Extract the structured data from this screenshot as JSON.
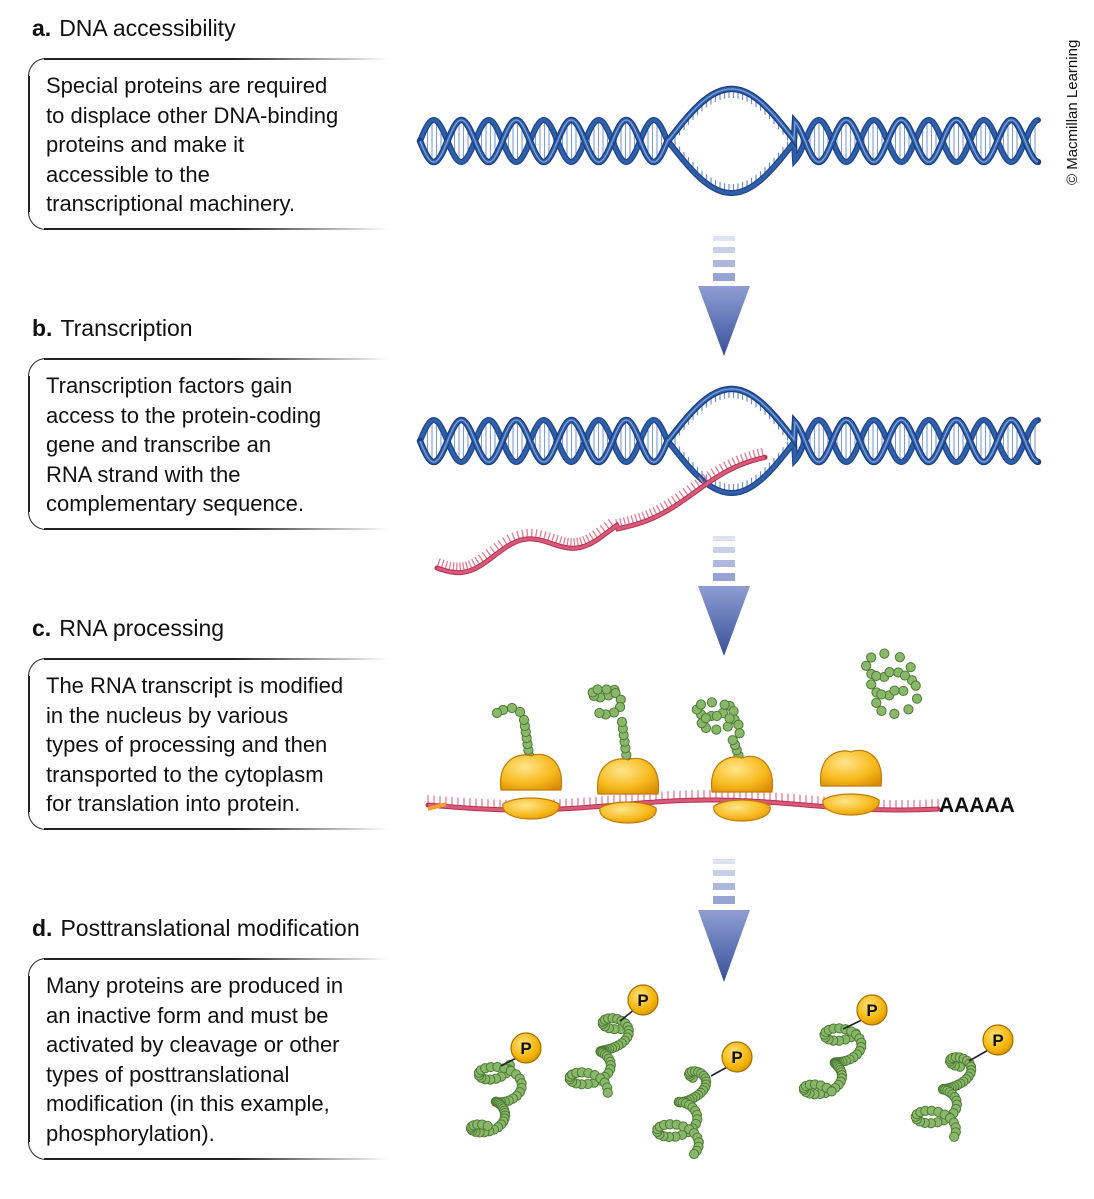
{
  "copyright": "© Macmillan Learning",
  "steps": [
    {
      "letter": "a.",
      "title": "DNA accessibility",
      "lines": [
        "Special proteins are required",
        "to displace other DNA-binding",
        "proteins and make it",
        "accessible to the",
        "transcriptional machinery."
      ]
    },
    {
      "letter": "b.",
      "title": "Transcription",
      "lines": [
        "Transcription factors gain",
        "access to the protein-coding",
        "gene and transcribe an",
        "RNA strand with the",
        "complementary sequence."
      ]
    },
    {
      "letter": "c.",
      "title": "RNA processing",
      "lines": [
        "The RNA transcript is modified",
        "in the nucleus by various",
        "types of processing and then",
        "transported to the cytoplasm",
        "for translation into protein."
      ]
    },
    {
      "letter": "d.",
      "title": "Posttranslational modification",
      "lines": [
        "Many proteins are produced in",
        "an inactive form and must be",
        "activated by cleavage or other",
        "types of posttranslational",
        "modification (in this example,",
        "phosphorylation)."
      ]
    }
  ],
  "poly_a_tail": "AAAAA",
  "phosphate_label": "P",
  "colors": {
    "dna": "#2f5fa8",
    "rna": "#d85a78",
    "ribosome": "#f5b418",
    "protein": "#8ab86a",
    "phosphate": "#f2b000",
    "arrow": "#4a5fa6"
  }
}
